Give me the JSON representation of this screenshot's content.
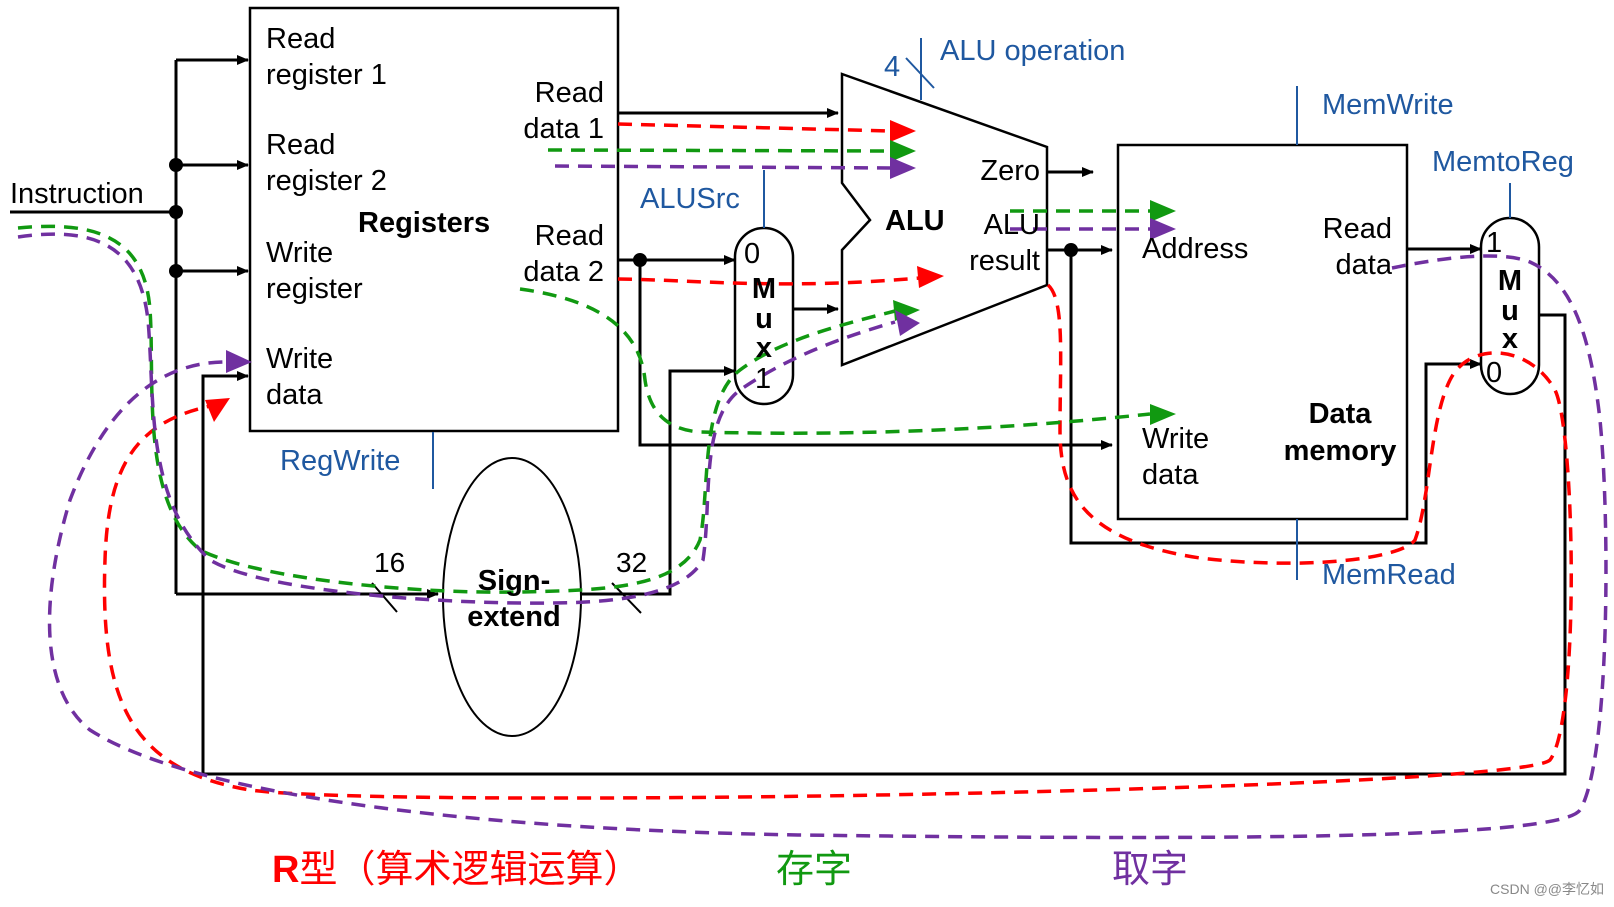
{
  "title": "Single-cycle datapath: R-type, store, load paths",
  "colors": {
    "r_type": "#ff0000",
    "store": "#119911",
    "load": "#7030a0",
    "control": "#1f58a0",
    "wire": "#000000"
  },
  "registers": {
    "title": "Registers",
    "read_register_1": [
      "Read",
      "register 1"
    ],
    "read_register_2": [
      "Read",
      "register 2"
    ],
    "write_register": [
      "Write",
      "register"
    ],
    "write_data": [
      "Write",
      "data"
    ],
    "read_data_1": [
      "Read",
      "data 1"
    ],
    "read_data_2": [
      "Read",
      "data 2"
    ]
  },
  "instruction_label": "Instruction",
  "alu": {
    "title": "ALU",
    "zero": "Zero",
    "result": [
      "ALU",
      "result"
    ],
    "op_width": "4"
  },
  "alu_src_mux": {
    "letters": [
      "M",
      "u",
      "x"
    ],
    "input_0": "0",
    "input_1": "1"
  },
  "data_memory": {
    "title": [
      "Data",
      "memory"
    ],
    "address": "Address",
    "write_data": [
      "Write",
      "data"
    ],
    "read_data": [
      "Read",
      "data"
    ]
  },
  "memtoreg_mux": {
    "letters": [
      "M",
      "u",
      "x"
    ],
    "input_1": "1",
    "input_0": "0"
  },
  "sign_extend": {
    "title": [
      "Sign-",
      "extend"
    ],
    "in_width": "16",
    "out_width": "32"
  },
  "control_signals": {
    "alu_operation": "ALU operation",
    "alu_src": "ALUSrc",
    "reg_write": "RegWrite",
    "mem_write": "MemWrite",
    "mem_read": "MemRead",
    "memto_reg": "MemtoReg"
  },
  "legend": [
    {
      "prefix": "R",
      "label": "型（算术逻辑运算）",
      "color": "#ff0000"
    },
    {
      "prefix": "",
      "label": "存字",
      "color": "#119911"
    },
    {
      "prefix": "",
      "label": "取字",
      "color": "#7030a0"
    }
  ],
  "watermark": "CSDN @@李忆如"
}
